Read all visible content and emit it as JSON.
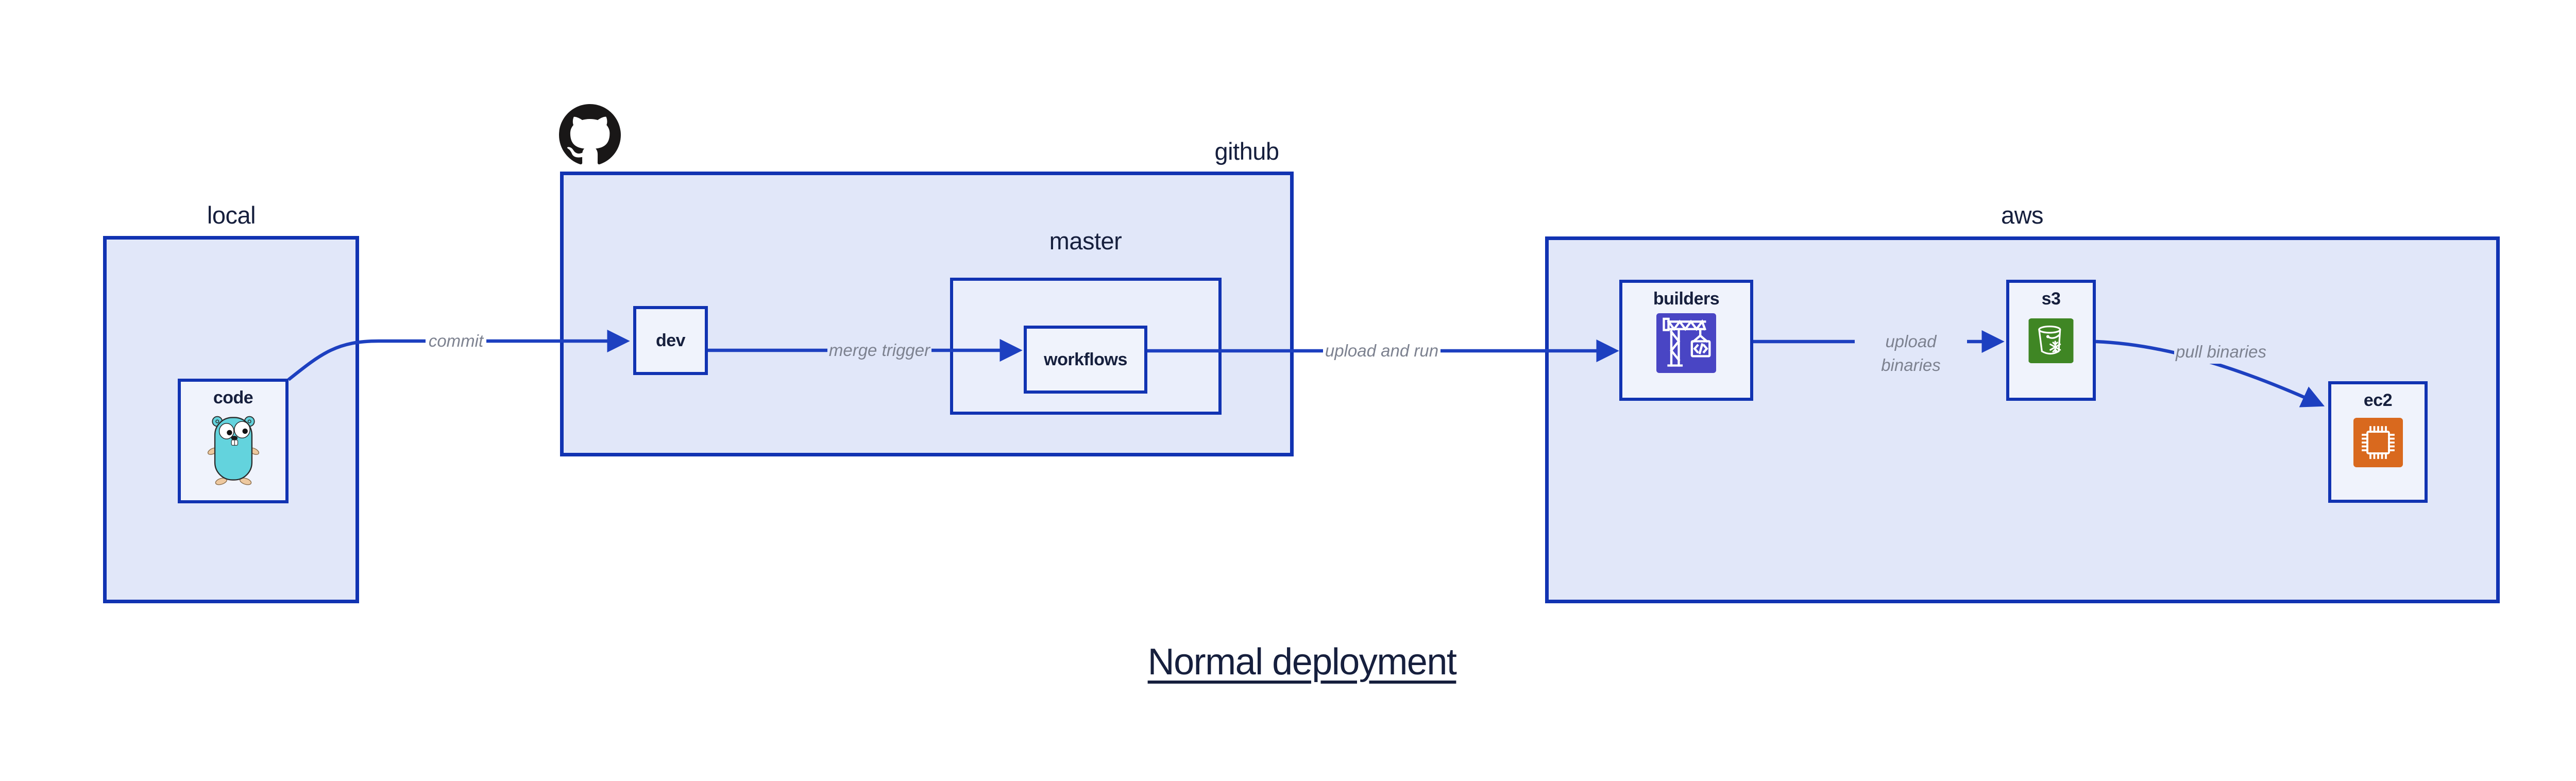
{
  "title": "Normal deployment",
  "groups": {
    "local": {
      "label": "local"
    },
    "github": {
      "label": "github"
    },
    "master": {
      "label": "master"
    },
    "aws": {
      "label": "aws"
    }
  },
  "nodes": {
    "code": {
      "label": "code",
      "icon": "go-gopher-icon"
    },
    "dev": {
      "label": "dev"
    },
    "workflows": {
      "label": "workflows"
    },
    "builders": {
      "label": "builders",
      "icon": "aws-codebuild-crane-icon"
    },
    "s3": {
      "label": "s3",
      "icon": "s3-glacier-bucket-icon"
    },
    "ec2": {
      "label": "ec2",
      "icon": "ec2-chip-icon"
    }
  },
  "edges": [
    {
      "from": "code",
      "to": "dev",
      "label": "commit"
    },
    {
      "from": "dev",
      "to": "workflows",
      "label": "merge trigger"
    },
    {
      "from": "workflows",
      "to": "builders",
      "label": "upload and run"
    },
    {
      "from": "builders",
      "to": "s3",
      "label": "upload binaries"
    },
    {
      "from": "s3",
      "to": "ec2",
      "label": "pull binaries"
    }
  ],
  "icons": {
    "logo": "github-octocat-icon"
  },
  "colors": {
    "border_blue": "#1133b2",
    "arrow_blue": "#1d40c0",
    "group_fill": "#e1e7f9",
    "master_fill": "#eaeefb",
    "node_fill": "#f0f3fc",
    "text_navy": "#161f3d",
    "edge_label_gray": "#7d8290",
    "codebuild_purple": "#4945c4",
    "s3_green": "#3f8624",
    "ec2_orange": "#d9691e",
    "gopher_teal": "#63d3dd",
    "octocat_black": "#191717"
  }
}
